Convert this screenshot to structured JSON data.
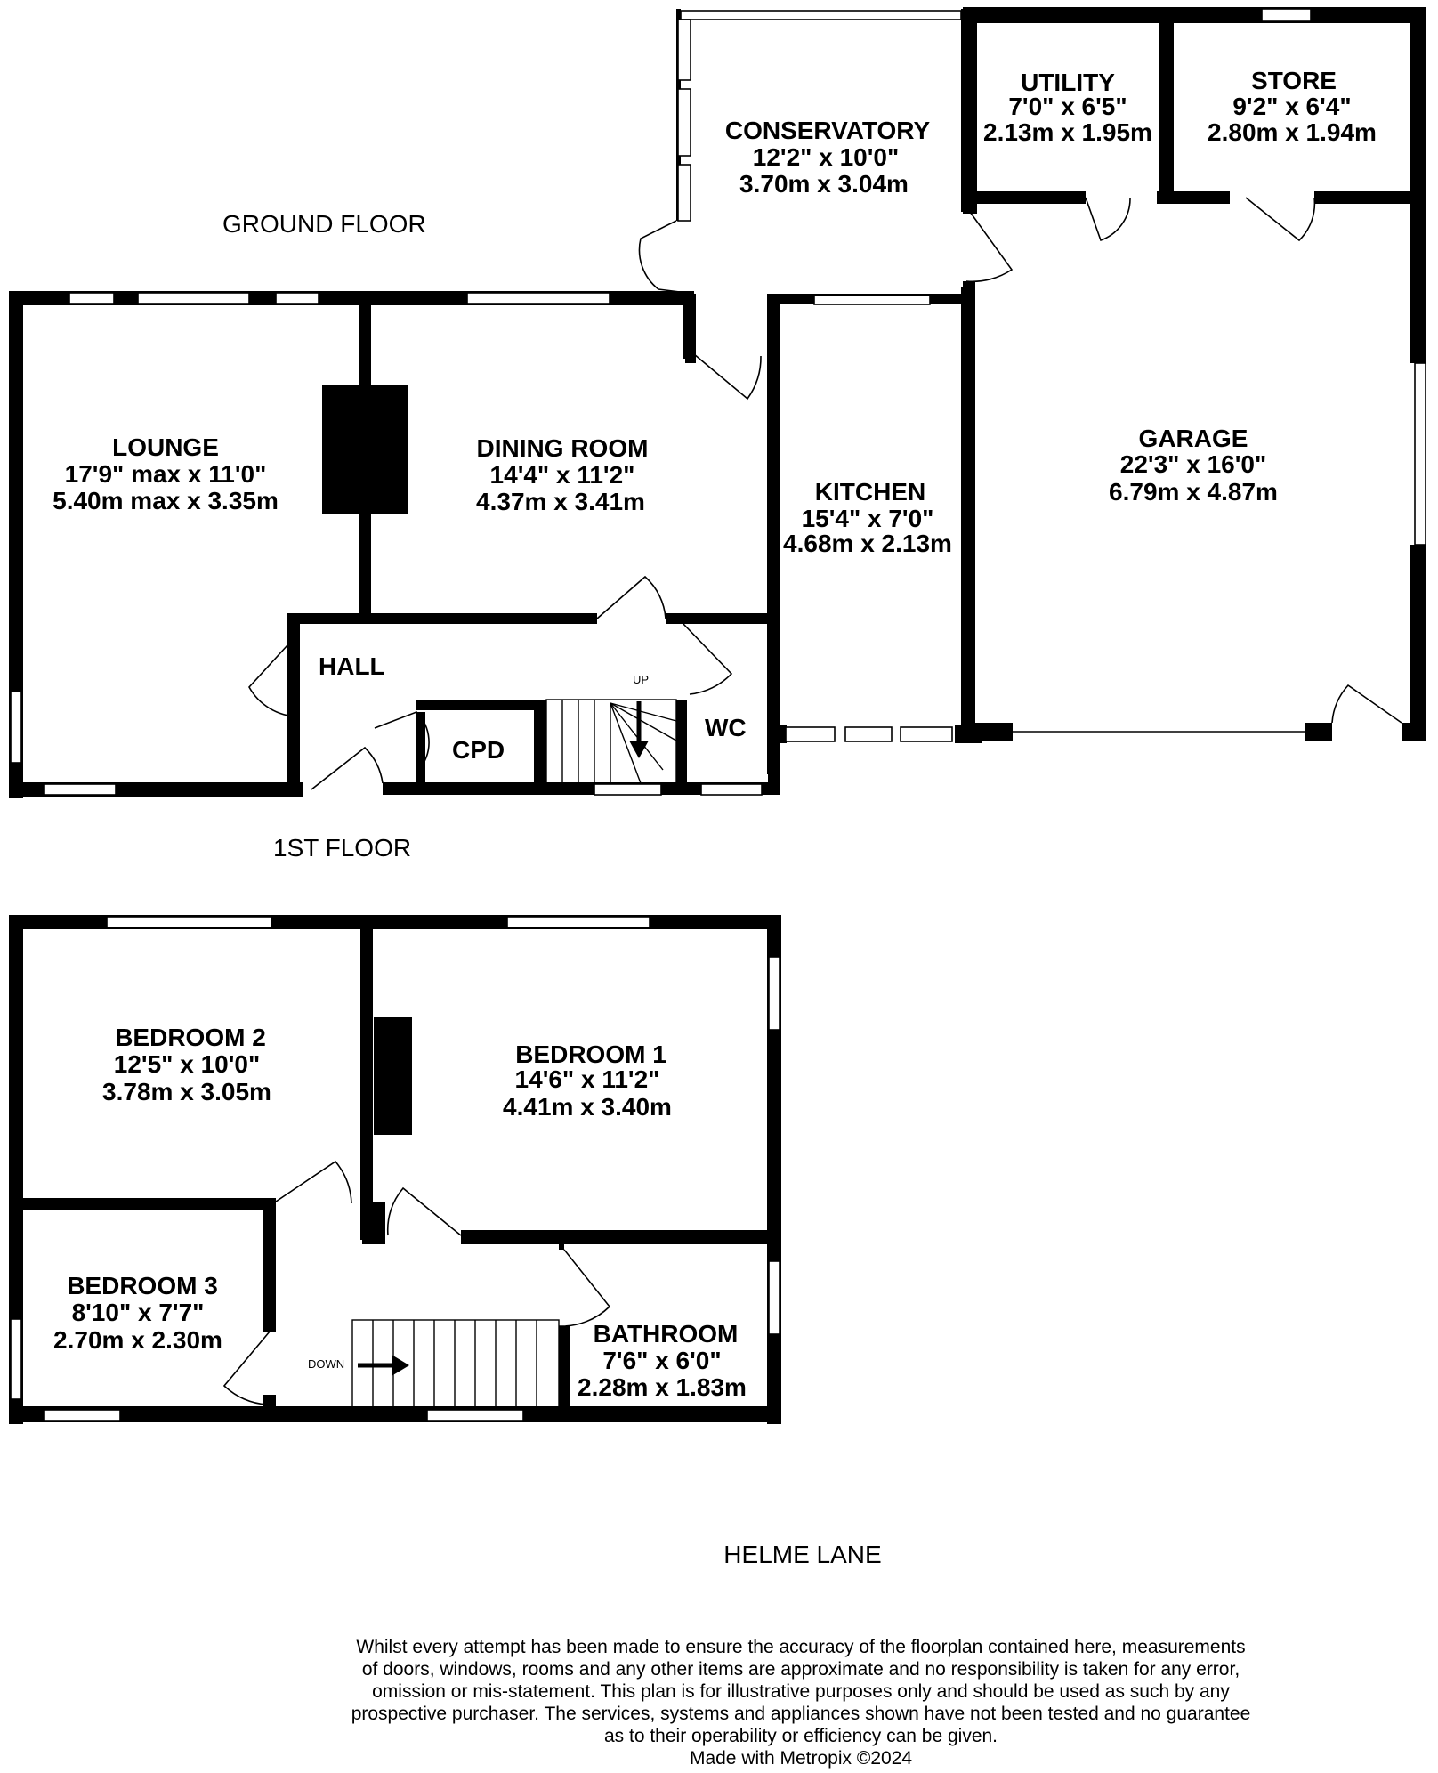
{
  "labels": {
    "ground_floor": "GROUND FLOOR",
    "first_floor": "1ST FLOOR",
    "address": "HELME LANE",
    "up": "UP",
    "down": "DOWN"
  },
  "rooms": {
    "lounge": {
      "name": "LOUNGE",
      "imperial": "17'9\" max x 11'0\"",
      "metric": "5.40m max x 3.35m"
    },
    "dining": {
      "name": "DINING ROOM",
      "imperial": "14'4\"  x 11'2\"",
      "metric": "4.37m  x 3.41m"
    },
    "kitchen": {
      "name": "KITCHEN",
      "imperial": "15'4\"  x 7'0\"",
      "metric": "4.68m  x 2.13m"
    },
    "conservatory": {
      "name": "CONSERVATORY",
      "imperial": "12'2\"  x 10'0\"",
      "metric": "3.70m  x 3.04m"
    },
    "utility": {
      "name": "UTILITY",
      "imperial": "7'0\"  x 6'5\"",
      "metric": "2.13m  x 1.95m"
    },
    "store": {
      "name": "STORE",
      "imperial": "9'2\"  x 6'4\"",
      "metric": "2.80m  x 1.94m"
    },
    "garage": {
      "name": "GARAGE",
      "imperial": "22'3\"  x 16'0\"",
      "metric": "6.79m  x 4.87m"
    },
    "hall": {
      "name": "HALL"
    },
    "cpd": {
      "name": "CPD"
    },
    "wc": {
      "name": "WC"
    },
    "bedroom2": {
      "name": "BEDROOM 2",
      "imperial": "12'5\"  x 10'0\"",
      "metric": "3.78m  x 3.05m"
    },
    "bedroom1": {
      "name": "BEDROOM 1",
      "imperial": "14'6\"  x 11'2\"",
      "metric": "4.41m  x 3.40m"
    },
    "bedroom3": {
      "name": "BEDROOM 3",
      "imperial": "8'10\"  x 7'7\"",
      "metric": "2.70m  x 2.30m"
    },
    "bathroom": {
      "name": "BATHROOM",
      "imperial": "7'6\"  x 6'0\"",
      "metric": "2.28m  x 1.83m"
    }
  },
  "disclaimer": [
    "Whilst every attempt has been made to ensure the accuracy of the floorplan contained here, measurements",
    "of doors, windows, rooms and any other items are approximate and no responsibility is taken for any error,",
    "omission or mis-statement. This plan is for illustrative purposes only and should be used as such by any",
    "prospective purchaser. The services, systems and appliances shown have not been tested and no guarantee",
    "as to their operability or efficiency can be given.",
    "Made with Metropix ©2024"
  ]
}
